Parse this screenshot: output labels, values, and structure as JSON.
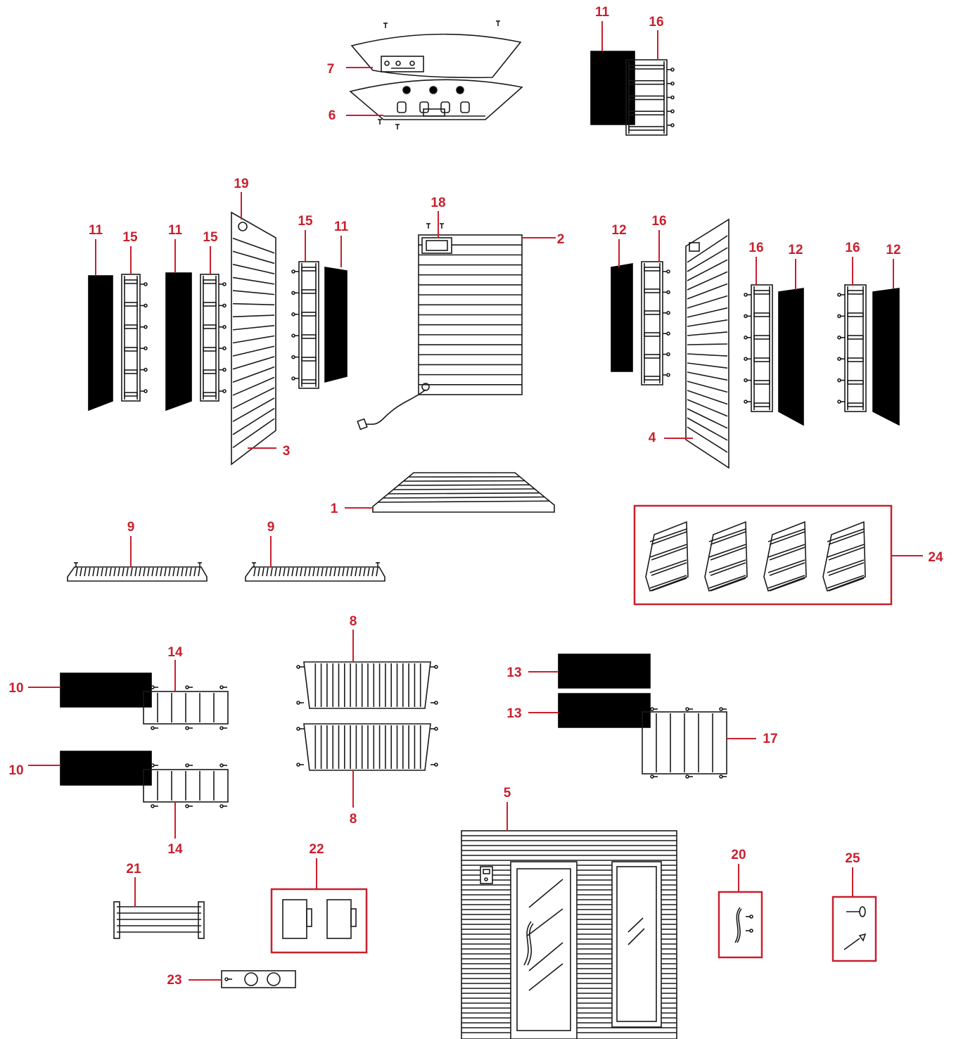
{
  "labels": {
    "p1": "1",
    "p2": "2",
    "p3": "3",
    "p4": "4",
    "p5": "5",
    "p6": "6",
    "p7": "7",
    "p8": "8",
    "p9": "9",
    "p10": "10",
    "p11": "11",
    "p12": "12",
    "p13": "13",
    "p14": "14",
    "p15": "15",
    "p16": "16",
    "p17": "17",
    "p18": "18",
    "p19": "19",
    "p20": "20",
    "p21": "21",
    "p22": "22",
    "p23": "23",
    "p24": "24",
    "p25": "25"
  },
  "colors": {
    "callout": "#c8202e",
    "line": "#1a1a1a",
    "fill": "#000000"
  }
}
